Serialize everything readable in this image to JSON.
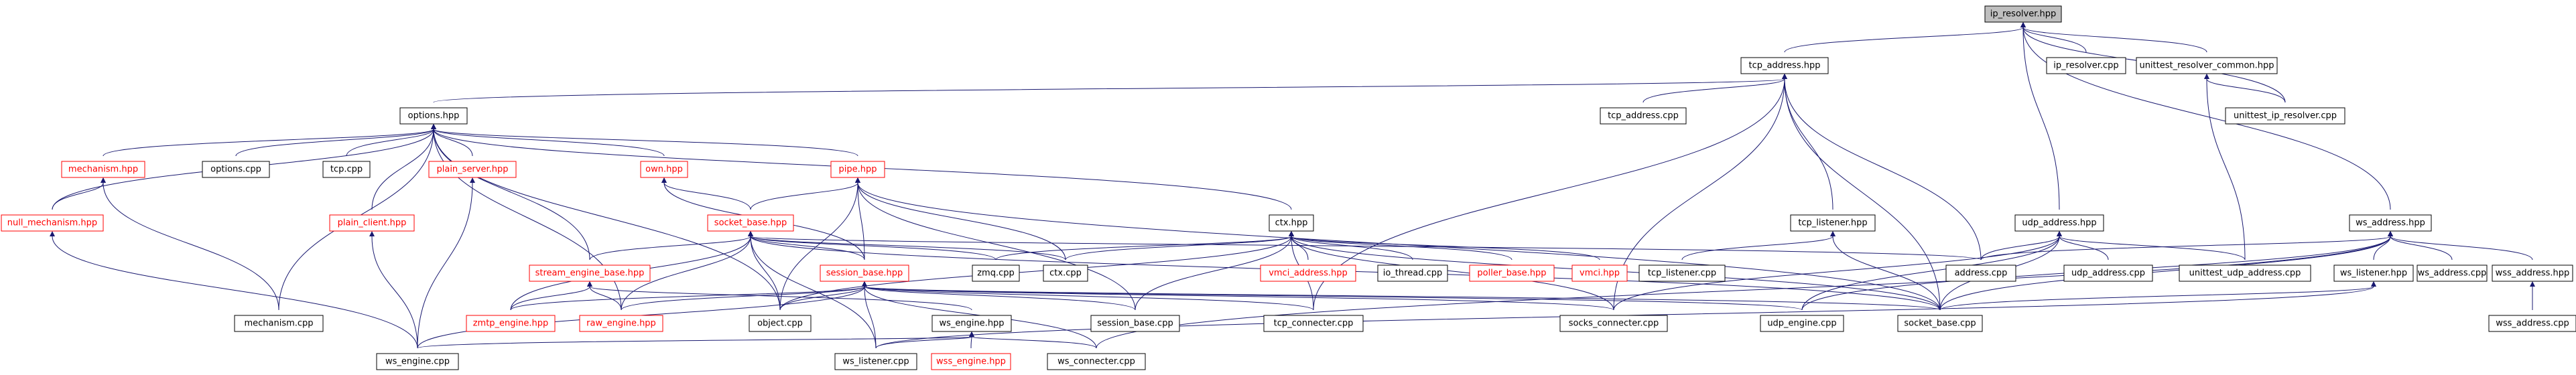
{
  "graph": {
    "root": "ip_resolver.hpp",
    "nodes": [
      {
        "id": "ip_resolver_hpp",
        "label": "ip_resolver.hpp",
        "style": "root"
      },
      {
        "id": "tcp_address_hpp",
        "label": "tcp_address.hpp",
        "style": "normal"
      },
      {
        "id": "ip_resolver_cpp",
        "label": "ip_resolver.cpp",
        "style": "normal"
      },
      {
        "id": "unittest_resolver_common_hpp",
        "label": "unittest_resolver_common.hpp",
        "style": "normal"
      },
      {
        "id": "unittest_ip_resolver_cpp",
        "label": "unittest_ip_resolver.cpp",
        "style": "normal"
      },
      {
        "id": "options_hpp",
        "label": "options.hpp",
        "style": "normal"
      },
      {
        "id": "tcp_address_cpp",
        "label": "tcp_address.cpp",
        "style": "normal"
      },
      {
        "id": "mechanism_hpp",
        "label": "mechanism.hpp",
        "style": "red"
      },
      {
        "id": "options_cpp",
        "label": "options.cpp",
        "style": "normal"
      },
      {
        "id": "tcp_cpp",
        "label": "tcp.cpp",
        "style": "normal"
      },
      {
        "id": "plain_server_hpp",
        "label": "plain_server.hpp",
        "style": "red"
      },
      {
        "id": "own_hpp",
        "label": "own.hpp",
        "style": "red"
      },
      {
        "id": "pipe_hpp",
        "label": "pipe.hpp",
        "style": "red"
      },
      {
        "id": "null_mechanism_hpp",
        "label": "null_mechanism.hpp",
        "style": "red"
      },
      {
        "id": "plain_client_hpp",
        "label": "plain_client.hpp",
        "style": "red"
      },
      {
        "id": "socket_base_hpp",
        "label": "socket_base.hpp",
        "style": "red"
      },
      {
        "id": "ctx_hpp",
        "label": "ctx.hpp",
        "style": "normal"
      },
      {
        "id": "tcp_listener_hpp",
        "label": "tcp_listener.hpp",
        "style": "normal"
      },
      {
        "id": "udp_address_hpp",
        "label": "udp_address.hpp",
        "style": "normal"
      },
      {
        "id": "ws_address_hpp",
        "label": "ws_address.hpp",
        "style": "normal"
      },
      {
        "id": "stream_engine_base_hpp",
        "label": "stream_engine_base.hpp",
        "style": "red"
      },
      {
        "id": "session_base_hpp",
        "label": "session_base.hpp",
        "style": "red"
      },
      {
        "id": "zmq_cpp",
        "label": "zmq.cpp",
        "style": "normal"
      },
      {
        "id": "ctx_cpp",
        "label": "ctx.cpp",
        "style": "normal"
      },
      {
        "id": "vmci_address_hpp",
        "label": "vmci_address.hpp",
        "style": "red"
      },
      {
        "id": "io_thread_cpp",
        "label": "io_thread.cpp",
        "style": "normal"
      },
      {
        "id": "poller_base_hpp",
        "label": "poller_base.hpp",
        "style": "red"
      },
      {
        "id": "vmci_hpp",
        "label": "vmci.hpp",
        "style": "red"
      },
      {
        "id": "tcp_listener_cpp",
        "label": "tcp_listener.cpp",
        "style": "normal"
      },
      {
        "id": "address_cpp",
        "label": "address.cpp",
        "style": "normal"
      },
      {
        "id": "udp_address_cpp",
        "label": "udp_address.cpp",
        "style": "normal"
      },
      {
        "id": "unittest_udp_address_cpp",
        "label": "unittest_udp_address.cpp",
        "style": "normal"
      },
      {
        "id": "ws_listener_hpp",
        "label": "ws_listener.hpp",
        "style": "normal"
      },
      {
        "id": "ws_address_cpp",
        "label": "ws_address.cpp",
        "style": "normal"
      },
      {
        "id": "wss_address_hpp",
        "label": "wss_address.hpp",
        "style": "normal"
      },
      {
        "id": "wss_address_cpp",
        "label": "wss_address.cpp",
        "style": "normal"
      },
      {
        "id": "mechanism_cpp",
        "label": "mechanism.cpp",
        "style": "normal"
      },
      {
        "id": "zmtp_engine_hpp",
        "label": "zmtp_engine.hpp",
        "style": "red"
      },
      {
        "id": "raw_engine_hpp",
        "label": "raw_engine.hpp",
        "style": "red"
      },
      {
        "id": "object_cpp",
        "label": "object.cpp",
        "style": "normal"
      },
      {
        "id": "ws_engine_hpp",
        "label": "ws_engine.hpp",
        "style": "normal"
      },
      {
        "id": "session_base_cpp",
        "label": "session_base.cpp",
        "style": "normal"
      },
      {
        "id": "tcp_connecter_cpp",
        "label": "tcp_connecter.cpp",
        "style": "normal"
      },
      {
        "id": "socks_connecter_cpp",
        "label": "socks_connecter.cpp",
        "style": "normal"
      },
      {
        "id": "udp_engine_cpp",
        "label": "udp_engine.cpp",
        "style": "normal"
      },
      {
        "id": "socket_base_cpp",
        "label": "socket_base.cpp",
        "style": "normal"
      },
      {
        "id": "ws_engine_cpp",
        "label": "ws_engine.cpp",
        "style": "normal"
      },
      {
        "id": "ws_listener_cpp",
        "label": "ws_listener.cpp",
        "style": "normal"
      },
      {
        "id": "wss_engine_hpp",
        "label": "wss_engine.hpp",
        "style": "red"
      },
      {
        "id": "ws_connecter_cpp",
        "label": "ws_connecter.cpp",
        "style": "normal"
      }
    ],
    "edges": [
      [
        "ip_resolver_hpp",
        "tcp_address_hpp"
      ],
      [
        "ip_resolver_hpp",
        "ip_resolver_cpp"
      ],
      [
        "ip_resolver_hpp",
        "unittest_resolver_common_hpp"
      ],
      [
        "ip_resolver_hpp",
        "unittest_ip_resolver_cpp"
      ],
      [
        "ip_resolver_hpp",
        "udp_address_hpp"
      ],
      [
        "ip_resolver_hpp",
        "ws_address_hpp"
      ],
      [
        "unittest_resolver_common_hpp",
        "unittest_ip_resolver_cpp"
      ],
      [
        "unittest_resolver_common_hpp",
        "unittest_udp_address_cpp"
      ],
      [
        "tcp_address_hpp",
        "options_hpp"
      ],
      [
        "tcp_address_hpp",
        "tcp_address_cpp"
      ],
      [
        "tcp_address_hpp",
        "tcp_listener_hpp"
      ],
      [
        "tcp_address_hpp",
        "address_cpp"
      ],
      [
        "tcp_address_hpp",
        "socket_base_cpp"
      ],
      [
        "tcp_address_hpp",
        "tcp_connecter_cpp"
      ],
      [
        "tcp_address_hpp",
        "socks_connecter_cpp"
      ],
      [
        "options_hpp",
        "mechanism_hpp"
      ],
      [
        "options_hpp",
        "null_mechanism_hpp"
      ],
      [
        "options_hpp",
        "options_cpp"
      ],
      [
        "options_hpp",
        "tcp_cpp"
      ],
      [
        "options_hpp",
        "plain_server_hpp"
      ],
      [
        "options_hpp",
        "plain_client_hpp"
      ],
      [
        "options_hpp",
        "own_hpp"
      ],
      [
        "options_hpp",
        "pipe_hpp"
      ],
      [
        "options_hpp",
        "ctx_hpp"
      ],
      [
        "options_hpp",
        "stream_engine_base_hpp"
      ],
      [
        "options_hpp",
        "mechanism_cpp"
      ],
      [
        "options_hpp",
        "raw_engine_hpp"
      ],
      [
        "options_hpp",
        "object_cpp"
      ],
      [
        "mechanism_hpp",
        "null_mechanism_hpp"
      ],
      [
        "mechanism_hpp",
        "mechanism_cpp"
      ],
      [
        "null_mechanism_hpp",
        "ws_engine_cpp"
      ],
      [
        "plain_client_hpp",
        "ws_engine_cpp"
      ],
      [
        "plain_server_hpp",
        "ws_engine_cpp"
      ],
      [
        "own_hpp",
        "socket_base_hpp"
      ],
      [
        "own_hpp",
        "session_base_hpp"
      ],
      [
        "pipe_hpp",
        "socket_base_hpp"
      ],
      [
        "pipe_hpp",
        "session_base_hpp"
      ],
      [
        "pipe_hpp",
        "ctx_cpp"
      ],
      [
        "pipe_hpp",
        "object_cpp"
      ],
      [
        "pipe_hpp",
        "session_base_cpp"
      ],
      [
        "pipe_hpp",
        "socket_base_cpp"
      ],
      [
        "socket_base_hpp",
        "stream_engine_base_hpp"
      ],
      [
        "socket_base_hpp",
        "session_base_hpp"
      ],
      [
        "socket_base_hpp",
        "zmq_cpp"
      ],
      [
        "socket_base_hpp",
        "ctx_cpp"
      ],
      [
        "socket_base_hpp",
        "zmtp_engine_hpp"
      ],
      [
        "socket_base_hpp",
        "raw_engine_hpp"
      ],
      [
        "socket_base_hpp",
        "object_cpp"
      ],
      [
        "socket_base_hpp",
        "ws_listener_cpp"
      ],
      [
        "socket_base_hpp",
        "socket_base_cpp"
      ],
      [
        "socket_base_hpp",
        "address_cpp"
      ],
      [
        "ctx_hpp",
        "zmq_cpp"
      ],
      [
        "ctx_hpp",
        "ctx_cpp"
      ],
      [
        "ctx_hpp",
        "vmci_address_hpp"
      ],
      [
        "ctx_hpp",
        "io_thread_cpp"
      ],
      [
        "ctx_hpp",
        "poller_base_hpp"
      ],
      [
        "ctx_hpp",
        "vmci_hpp"
      ],
      [
        "ctx_hpp",
        "object_cpp"
      ],
      [
        "ctx_hpp",
        "session_base_cpp"
      ],
      [
        "ctx_hpp",
        "socket_base_cpp"
      ],
      [
        "ctx_hpp",
        "tcp_connecter_cpp"
      ],
      [
        "ctx_hpp",
        "socks_connecter_cpp"
      ],
      [
        "stream_engine_base_hpp",
        "zmtp_engine_hpp"
      ],
      [
        "stream_engine_base_hpp",
        "raw_engine_hpp"
      ],
      [
        "stream_engine_base_hpp",
        "ws_engine_hpp"
      ],
      [
        "session_base_hpp",
        "zmtp_engine_hpp"
      ],
      [
        "session_base_hpp",
        "raw_engine_hpp"
      ],
      [
        "session_base_hpp",
        "object_cpp"
      ],
      [
        "session_base_hpp",
        "ws_listener_cpp"
      ],
      [
        "session_base_hpp",
        "session_base_cpp"
      ],
      [
        "session_base_hpp",
        "tcp_connecter_cpp"
      ],
      [
        "session_base_hpp",
        "socks_connecter_cpp"
      ],
      [
        "session_base_hpp",
        "udp_engine_cpp"
      ],
      [
        "session_base_hpp",
        "socket_base_cpp"
      ],
      [
        "session_base_hpp",
        "ws_engine_cpp"
      ],
      [
        "session_base_hpp",
        "ws_connecter_cpp"
      ],
      [
        "tcp_listener_hpp",
        "tcp_listener_cpp"
      ],
      [
        "tcp_listener_hpp",
        "socket_base_cpp"
      ],
      [
        "udp_address_hpp",
        "address_cpp"
      ],
      [
        "udp_address_hpp",
        "udp_address_cpp"
      ],
      [
        "udp_address_hpp",
        "unittest_udp_address_cpp"
      ],
      [
        "udp_address_hpp",
        "udp_engine_cpp"
      ],
      [
        "udp_address_hpp",
        "socket_base_cpp"
      ],
      [
        "udp_address_hpp",
        "socks_connecter_cpp"
      ],
      [
        "ws_address_hpp",
        "address_cpp"
      ],
      [
        "ws_address_hpp",
        "ws_listener_hpp"
      ],
      [
        "ws_address_hpp",
        "ws_address_cpp"
      ],
      [
        "ws_address_hpp",
        "wss_address_hpp"
      ],
      [
        "ws_address_hpp",
        "socket_base_cpp"
      ],
      [
        "ws_address_hpp",
        "udp_engine_cpp"
      ],
      [
        "ws_address_hpp",
        "ws_connecter_cpp"
      ],
      [
        "ws_listener_hpp",
        "socket_base_cpp"
      ],
      [
        "ws_listener_hpp",
        "ws_listener_cpp"
      ],
      [
        "wss_address_hpp",
        "wss_address_cpp"
      ],
      [
        "ws_engine_hpp",
        "ws_listener_cpp"
      ],
      [
        "ws_engine_hpp",
        "wss_engine_hpp"
      ],
      [
        "ws_engine_hpp",
        "ws_connecter_cpp"
      ],
      [
        "ws_engine_hpp",
        "ws_engine_cpp"
      ]
    ]
  },
  "colors": {
    "edge": "#191970",
    "node_border": "#000000",
    "node_border_red": "#ff0000",
    "node_text": "#000000",
    "node_text_red": "#ff0000",
    "root_fill": "#bfbfbf",
    "node_fill": "#ffffff"
  }
}
